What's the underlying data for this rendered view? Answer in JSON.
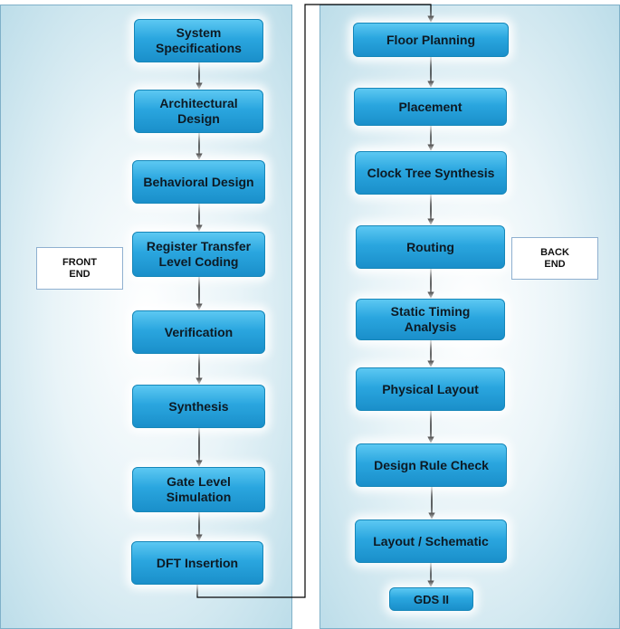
{
  "front_end": {
    "label": "FRONT\nEND",
    "steps": [
      "System\nSpecifications",
      "Architectural\nDesign",
      "Behavioral Design",
      "Register Transfer\nLevel Coding",
      "Verification",
      "Synthesis",
      "Gate Level\nSimulation",
      "DFT Insertion"
    ]
  },
  "back_end": {
    "label": "BACK\nEND",
    "steps": [
      "Floor Planning",
      "Placement",
      "Clock Tree Synthesis",
      "Routing",
      "Static Timing\nAnalysis",
      "Physical Layout",
      "Design Rule Check",
      "Layout / Schematic",
      "GDS II"
    ]
  },
  "colors": {
    "box": "#2aa6df",
    "line": "#000000"
  }
}
